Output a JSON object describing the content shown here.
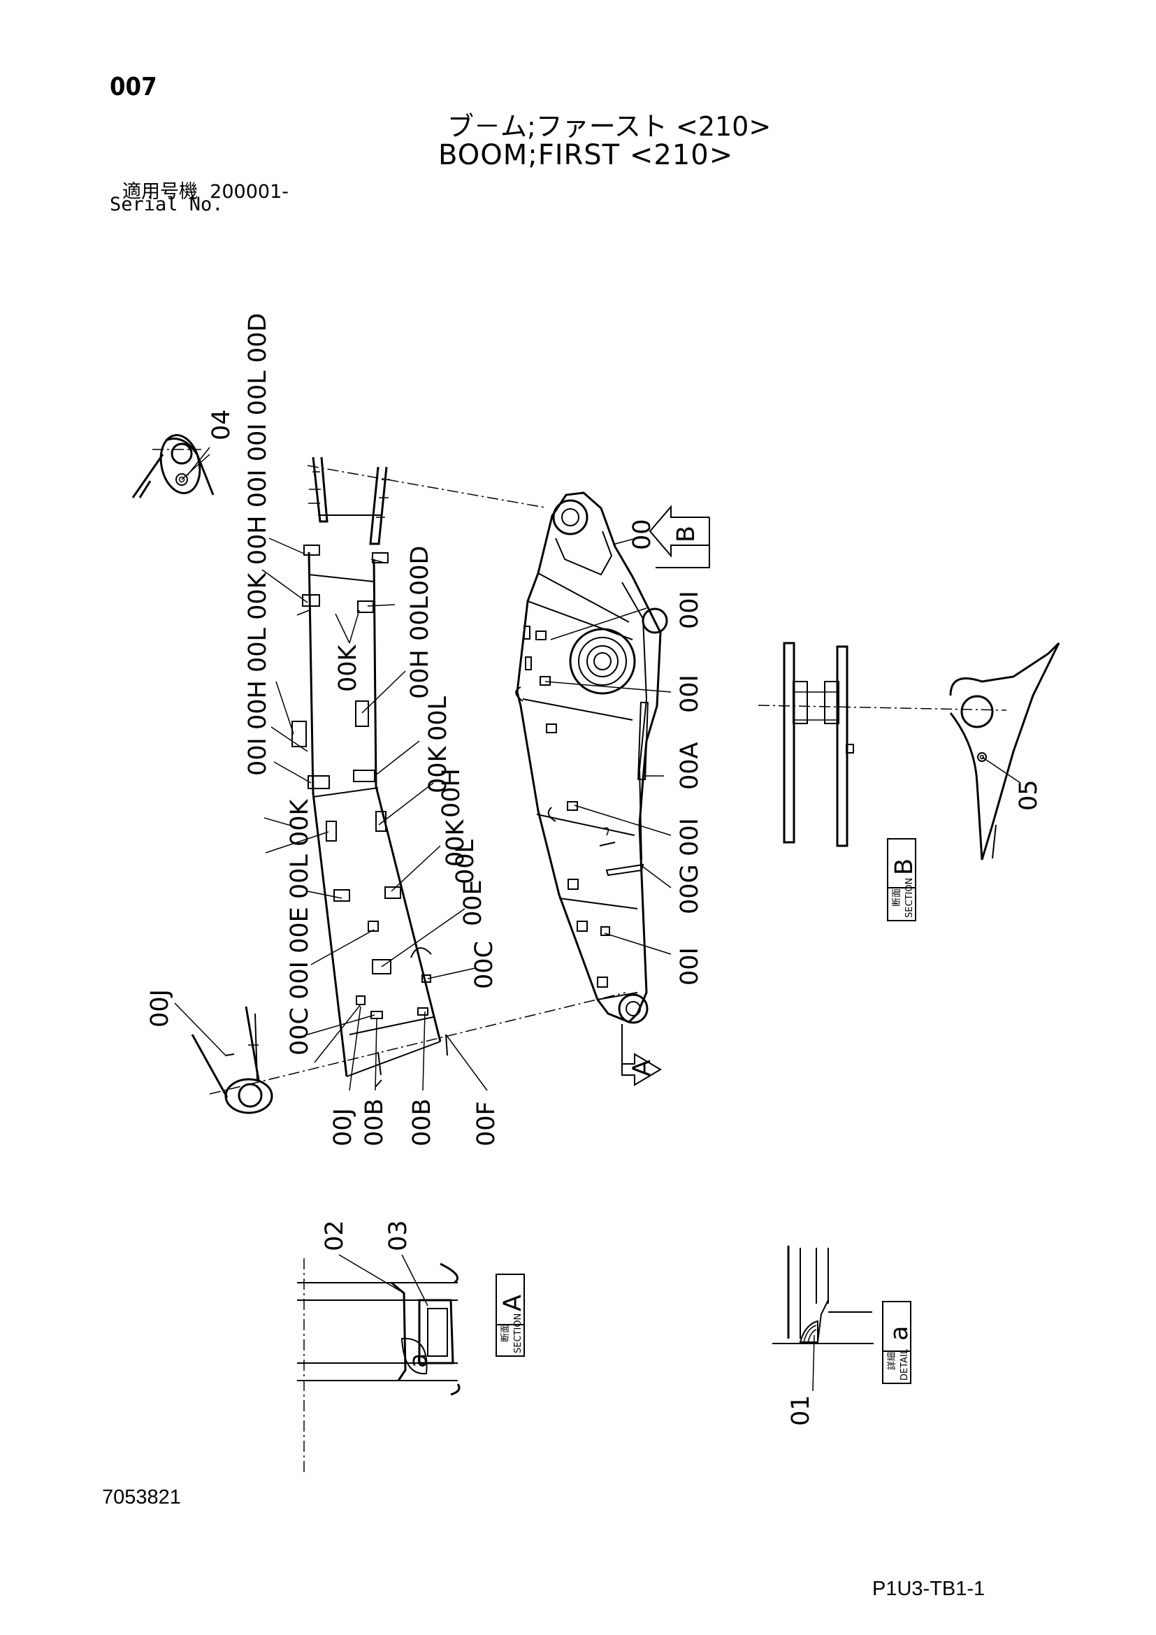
{
  "header": {
    "page_number": "007",
    "title_jp": "ブ－ム;ファースト <210>",
    "title_en": "BOOM;FIRST <210>",
    "serial_label_jp": "適用号機",
    "serial_range": "200001-",
    "serial_label_en": "Serial No."
  },
  "footer": {
    "doc_id": "7053821",
    "page_code": "P1U3-TB1-1"
  },
  "callouts": {
    "c00": "00",
    "c00A": "00A",
    "c00B": "00B",
    "c00C": "00C",
    "c00D": "00D",
    "c00E": "00E",
    "c00F": "00F",
    "c00G": "00G",
    "c00H": "00H",
    "c00I": "00I",
    "c00J": "00J",
    "c00K": "00K",
    "c00L": "00L",
    "c01": "01",
    "c02": "02",
    "c03": "03",
    "c04": "04",
    "c05": "05",
    "left_column_1": "00I 00H 00L 00K 00H 00I 00I 00L 00D",
    "left_column_2": "00C 00I 00E 00L 00K"
  },
  "views": {
    "section_a": {
      "mark": "A",
      "kanji_1": "断",
      "kanji_2": "面",
      "caption": "SECTION",
      "detail_ref": "a"
    },
    "section_b": {
      "mark": "B",
      "kanji_1": "断",
      "kanji_2": "面",
      "caption": "SECTION"
    },
    "detail_a": {
      "mark": "a",
      "kanji_1": "詳",
      "kanji_2": "細",
      "caption": "DETAIL"
    }
  }
}
